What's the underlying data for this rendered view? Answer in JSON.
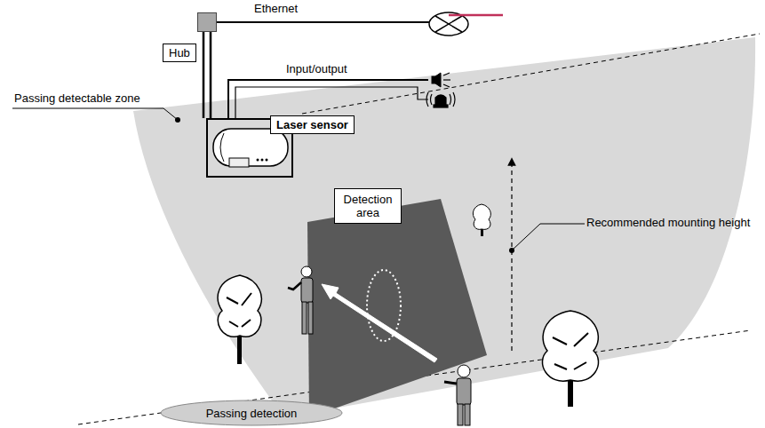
{
  "diagram": {
    "nodes": [
      {
        "text": [
          "Hub"
        ]
      },
      {
        "text": [
          "Laser sensor"
        ]
      },
      {
        "text": [
          "Detection area"
        ]
      },
      {
        "text": [
          "Passing detection"
        ]
      }
    ],
    "edges": [
      {
        "from": 0,
        "to": 1,
        "arrow": "none"
      }
    ],
    "labels": [
      "Ethernet",
      "Input/output",
      "Passing detectable zone",
      "Recommended mounting height"
    ]
  }
}
